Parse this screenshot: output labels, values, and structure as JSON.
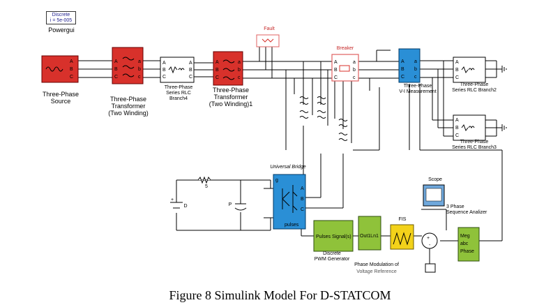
{
  "powergui": {
    "line1": "Discrete",
    "line2": "i = 5e-005",
    "label": "Powergui"
  },
  "blocks": {
    "source": "Three-Phase\nSource",
    "transformer1": "Three-Phase\nTransformer\n(Two Winding)",
    "rlc4": "Three-Phase\nSeries RLC\nBranch4",
    "transformer2": "Three-Phase\nTransformer\n(Two Winding)1",
    "fault": "Fault",
    "breaker": "Breaker",
    "vi_meas": "Three-Phase\nV-I Measurement",
    "rlc2": "Three-Phase\nSeries RLC Branch2",
    "rlc3": "Three-Phase\nSeries RLC Branch3",
    "universal_bridge": "Universal Bridge",
    "bridge_port_g": "g",
    "bridge_port_a": "A",
    "bridge_port_b": "B",
    "bridge_port_c": "C",
    "bridge_pulses": "pulses",
    "resistor": "5",
    "diode": "D",
    "cap": "P",
    "scope": "Scope",
    "seq_analyzer": "3 Phase\nSequence Analizer",
    "seq_ports": "Meg\nabc\nPhase",
    "fis": "FIS",
    "pulses_signal": "Pulses Signal(s)",
    "pwm_label": "Discrete\nPWM Generator",
    "out_block": "Out1Ln1",
    "phase_mod": "Phase Modulation of",
    "phase_mod_sub": "Voltage Reference"
  },
  "caption": "Figure 8 Simulink Model For D-STATCOM",
  "colors": {
    "red": "#d8312b",
    "blue": "#2a8fd6",
    "green": "#8fc23a",
    "yellow": "#f3d21a",
    "scope": "#6fa8dc",
    "pinkline": "#e06060"
  }
}
